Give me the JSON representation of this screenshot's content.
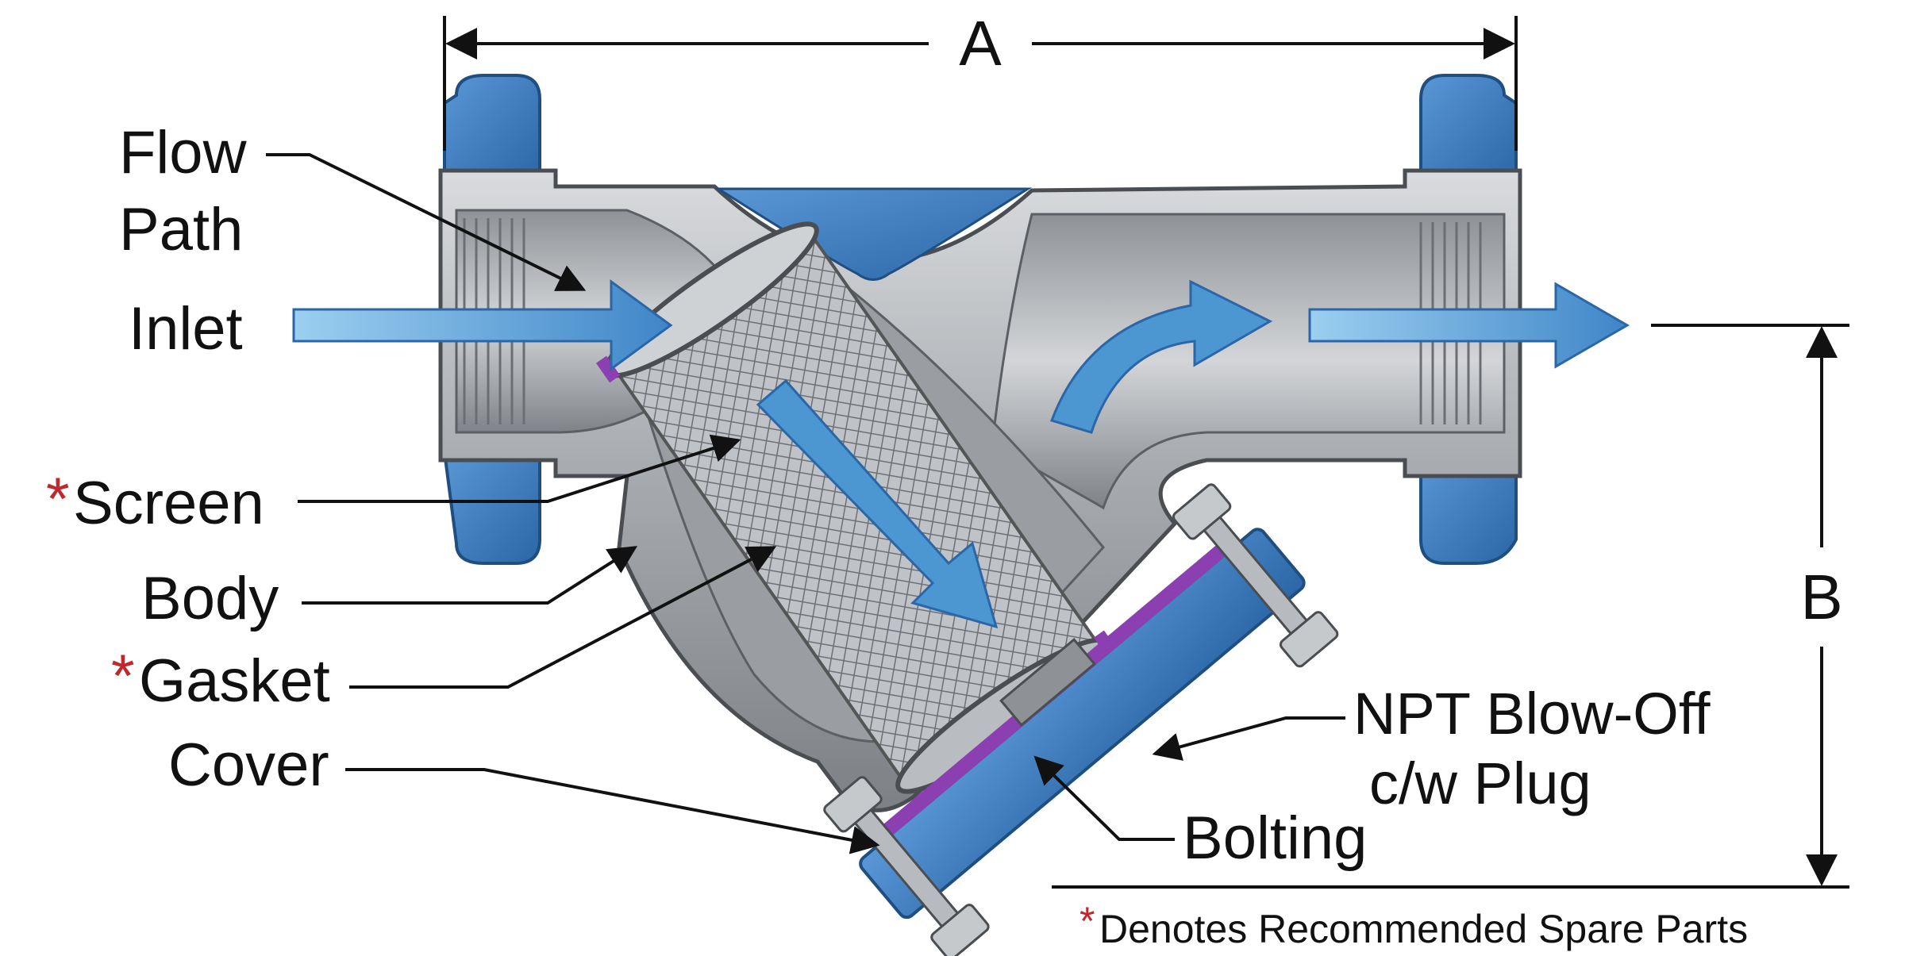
{
  "labels": {
    "flow_path_line1": "Flow",
    "flow_path_line2": "Path",
    "inlet": "Inlet",
    "screen": "Screen",
    "body": "Body",
    "gasket": "Gasket",
    "cover": "Cover",
    "npt_line1": "NPT Blow-Off",
    "npt_line2": "c/w Plug",
    "bolting": "Bolting"
  },
  "markers": {
    "spare_star": "*"
  },
  "dimensions": {
    "a": "A",
    "b": "B"
  },
  "footnote": {
    "star": "*",
    "text": "Denotes Recommended Spare Parts"
  },
  "colors": {
    "body_metal": "#a3a6aa",
    "flange_blue": "#3d7fc4",
    "flow_arrow": "#4c97d2",
    "gasket_purple": "#8b3fb0",
    "spare_star": "#c1272d",
    "text": "#111111"
  }
}
